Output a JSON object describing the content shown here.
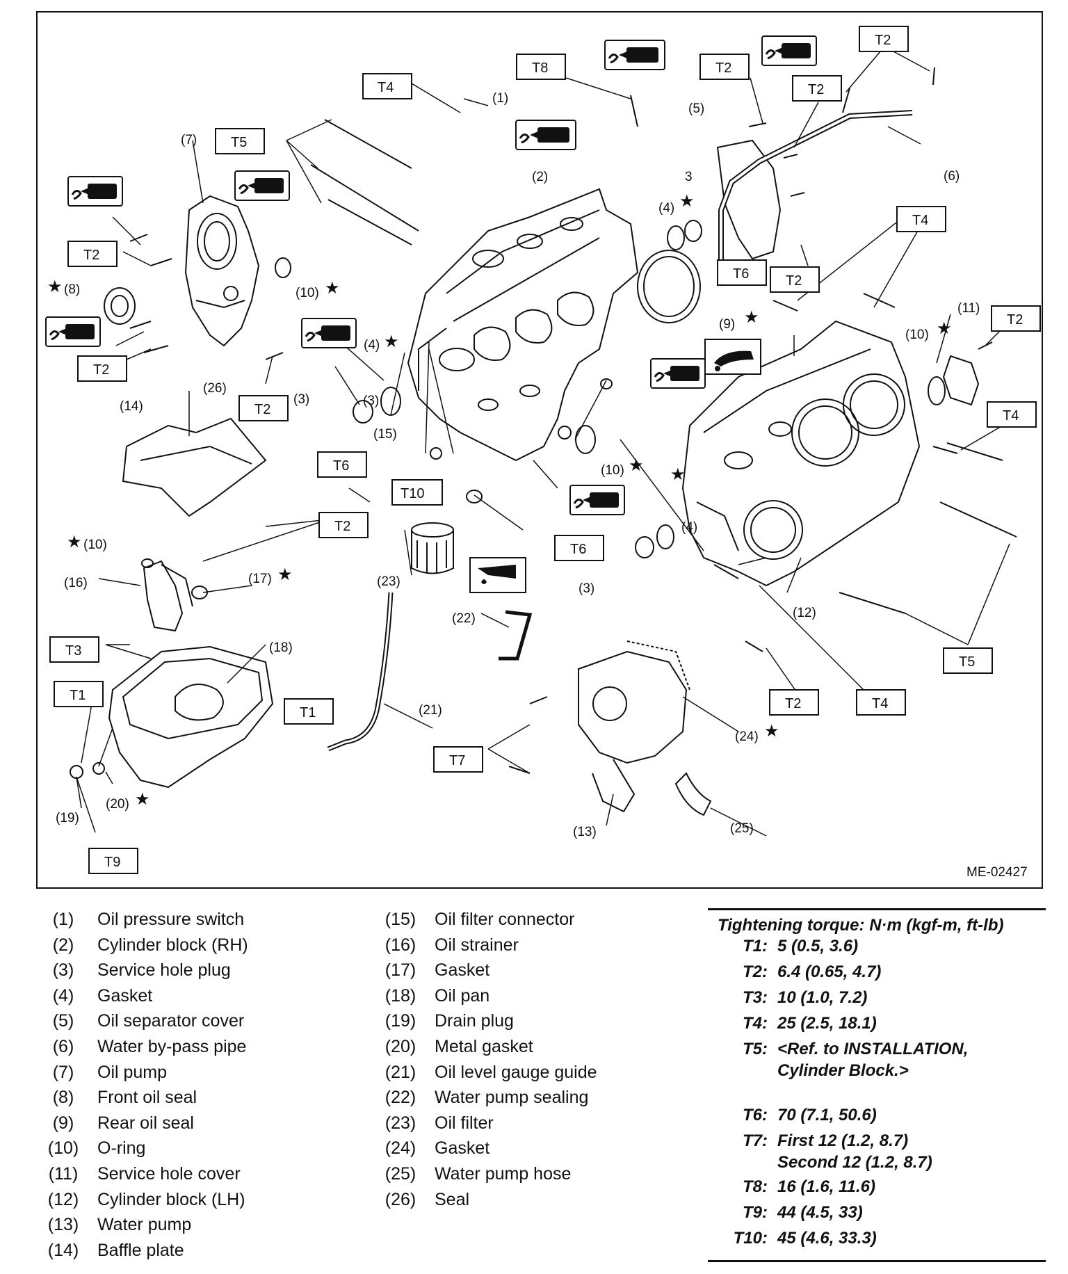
{
  "figure_code": "ME-02427",
  "callouts": {
    "c1": "(1)",
    "c2": "(2)",
    "c3": "(3)",
    "c4": "(4)",
    "c5": "(5)",
    "c6": "(6)",
    "c7": "(7)",
    "c8": "(8)",
    "c9": "(9)",
    "c10": "(10)",
    "c11": "(11)",
    "c12": "(12)",
    "c13": "(13)",
    "c14": "(14)",
    "c15": "(15)",
    "c16": "(16)",
    "c17": "(17)",
    "c18": "(18)",
    "c19": "(19)",
    "c20": "(20)",
    "c21": "(21)",
    "c22": "(22)",
    "c23": "(23)",
    "c24": "(24)",
    "c25": "(25)",
    "c26": "(26)",
    "plain3": "3"
  },
  "torque_tags": {
    "T1": "T1",
    "T2": "T2",
    "T3": "T3",
    "T4": "T4",
    "T5": "T5",
    "T6": "T6",
    "T7": "T7",
    "T8": "T8",
    "T9": "T9",
    "T10": "T10"
  },
  "star_symbol": "★",
  "legend_left": [
    {
      "num": "(1)",
      "name": "Oil pressure switch"
    },
    {
      "num": "(2)",
      "name": "Cylinder block (RH)"
    },
    {
      "num": "(3)",
      "name": "Service hole plug"
    },
    {
      "num": "(4)",
      "name": "Gasket"
    },
    {
      "num": "(5)",
      "name": "Oil separator cover"
    },
    {
      "num": "(6)",
      "name": "Water by-pass pipe"
    },
    {
      "num": "(7)",
      "name": "Oil pump"
    },
    {
      "num": "(8)",
      "name": "Front oil seal"
    },
    {
      "num": "(9)",
      "name": "Rear oil seal"
    },
    {
      "num": "(10)",
      "name": "O-ring"
    },
    {
      "num": "(11)",
      "name": "Service hole cover"
    },
    {
      "num": "(12)",
      "name": "Cylinder block (LH)"
    },
    {
      "num": "(13)",
      "name": "Water pump"
    },
    {
      "num": "(14)",
      "name": "Baffle plate"
    }
  ],
  "legend_mid": [
    {
      "num": "(15)",
      "name": "Oil filter connector"
    },
    {
      "num": "(16)",
      "name": "Oil strainer"
    },
    {
      "num": "(17)",
      "name": "Gasket"
    },
    {
      "num": "(18)",
      "name": "Oil pan"
    },
    {
      "num": "(19)",
      "name": "Drain plug"
    },
    {
      "num": "(20)",
      "name": "Metal gasket"
    },
    {
      "num": "(21)",
      "name": "Oil level gauge guide"
    },
    {
      "num": "(22)",
      "name": "Water pump sealing"
    },
    {
      "num": "(23)",
      "name": "Oil filter"
    },
    {
      "num": "(24)",
      "name": "Gasket"
    },
    {
      "num": "(25)",
      "name": "Water pump hose"
    },
    {
      "num": "(26)",
      "name": "Seal"
    }
  ],
  "torque": {
    "title": "Tightening torque: N·m (kgf-m, ft-lb)",
    "rows": [
      {
        "key": "T1:",
        "value": "5 (0.5, 3.6)"
      },
      {
        "key": "T2:",
        "value": "6.4 (0.65, 4.7)"
      },
      {
        "key": "T3:",
        "value": "10 (1.0, 7.2)"
      },
      {
        "key": "T4:",
        "value": "25 (2.5, 18.1)"
      },
      {
        "key": "T5:",
        "value": "<Ref. to INSTALLATION, Cylinder Block.>"
      },
      {
        "key": "T6:",
        "value": "70 (7.1, 50.6)"
      },
      {
        "key": "T7:",
        "value": "First 12 (1.2, 8.7)",
        "value2": "Second 12 (1.2, 8.7)"
      },
      {
        "key": "T8:",
        "value": "16 (1.6, 11.6)"
      },
      {
        "key": "T9:",
        "value": "44 (4.5, 33)"
      },
      {
        "key": "T10:",
        "value": "45 (4.6, 33.3)"
      }
    ]
  }
}
